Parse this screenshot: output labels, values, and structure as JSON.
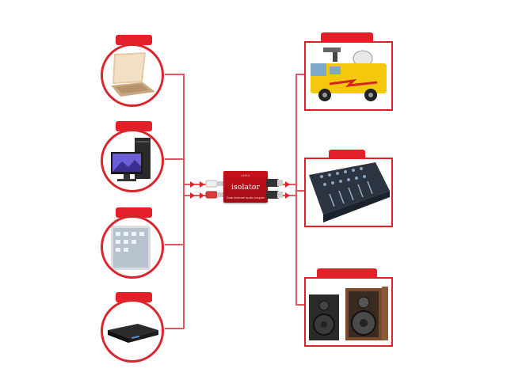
{
  "device": {
    "title": "isolator",
    "model": "LHY-2",
    "subtitle": "Dual channel audio coupler"
  },
  "sources": [
    {
      "icon": "laptop-icon"
    },
    {
      "icon": "desktop-computer-icon"
    },
    {
      "icon": "tablet-icon"
    },
    {
      "icon": "dvd-player-icon"
    }
  ],
  "destinations": [
    {
      "icon": "broadcast-van-icon"
    },
    {
      "icon": "mixing-console-icon"
    },
    {
      "icon": "speakers-icon"
    }
  ],
  "colors": {
    "accent": "#e32027",
    "line": "#e0585d",
    "device": "#c8101b"
  }
}
